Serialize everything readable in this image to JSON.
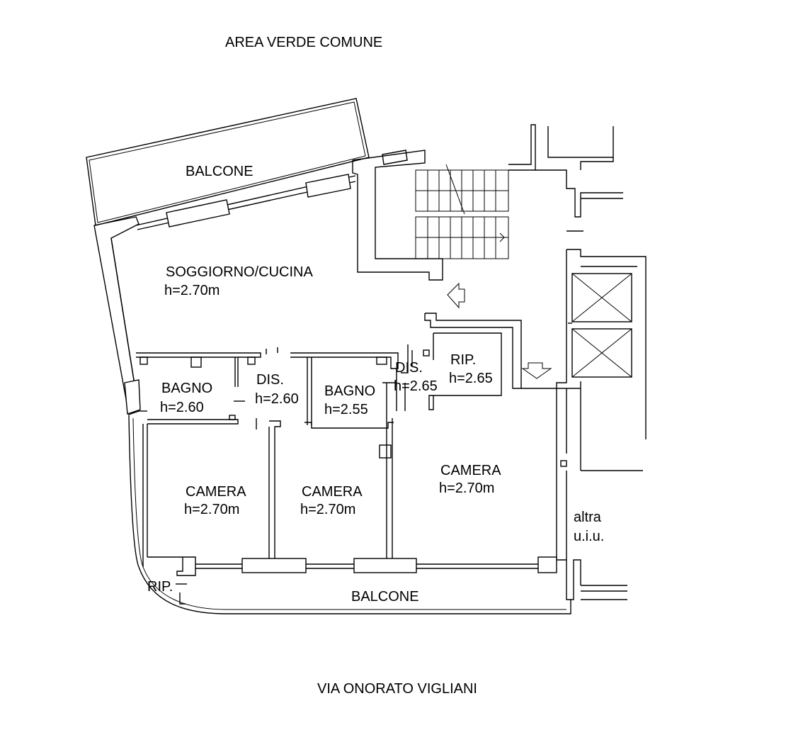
{
  "plan": {
    "top_label": "AREA VERDE COMUNE",
    "bottom_label": "VIA ONORATO VIGLIANI",
    "rooms": [
      {
        "name": "BALCONE"
      },
      {
        "name": "SOGGIORNO/CUCINA",
        "height": "h=2.70m"
      },
      {
        "name": "BAGNO",
        "height": "h=2.60"
      },
      {
        "name": "DIS.",
        "height": "h=2.60"
      },
      {
        "name": "BAGNO",
        "height": "h=2.55"
      },
      {
        "name": "DIS.",
        "height": "h=2.65"
      },
      {
        "name": "RIP.",
        "height": "h=2.65"
      },
      {
        "name": "CAMERA",
        "height": "h=2.70m"
      },
      {
        "name": "CAMERA",
        "height": "h=2.70m"
      },
      {
        "name": "CAMERA",
        "height": "h=2.70m"
      },
      {
        "name": "RIP."
      },
      {
        "name": "BALCONE"
      }
    ],
    "other_unit": {
      "line1": "altra",
      "line2": "u.i.u."
    }
  }
}
